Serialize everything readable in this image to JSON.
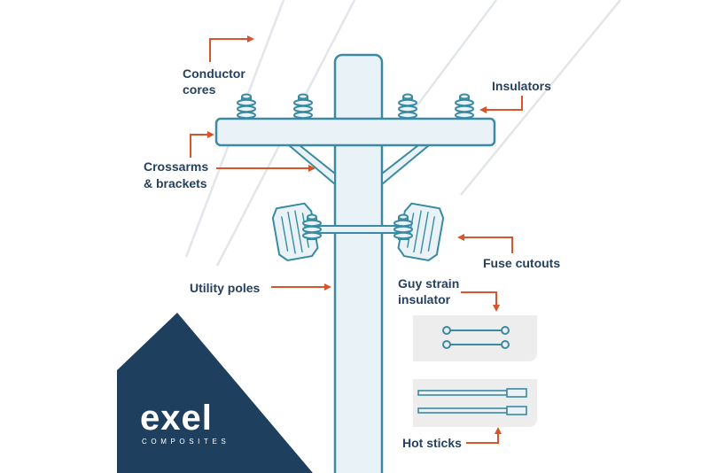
{
  "labels": {
    "conductor_cores": [
      "Conductor",
      "cores"
    ],
    "insulators": "Insulators",
    "crossarms": [
      "Crossarms",
      "& brackets"
    ],
    "fuse_cutouts": "Fuse cutouts",
    "utility_poles": "Utility poles",
    "guy_strain": [
      "Guy strain",
      "insulator"
    ],
    "hot_sticks": "Hot sticks"
  },
  "logo": {
    "word": "exel",
    "sub": "COMPOSITES"
  },
  "colors": {
    "outline": "#3a8aa1",
    "pole_fill": "#e9f3f7",
    "arrow": "#d9532b",
    "text": "#25415f",
    "logo_bg": "#1f3f5f",
    "panel": "#ededed",
    "wire": "#e2e6ea"
  },
  "icons": [
    "arrow-icon",
    "insulator-icon",
    "fuse-cutout-icon",
    "guy-strain-insulator-icon",
    "hot-stick-icon"
  ]
}
